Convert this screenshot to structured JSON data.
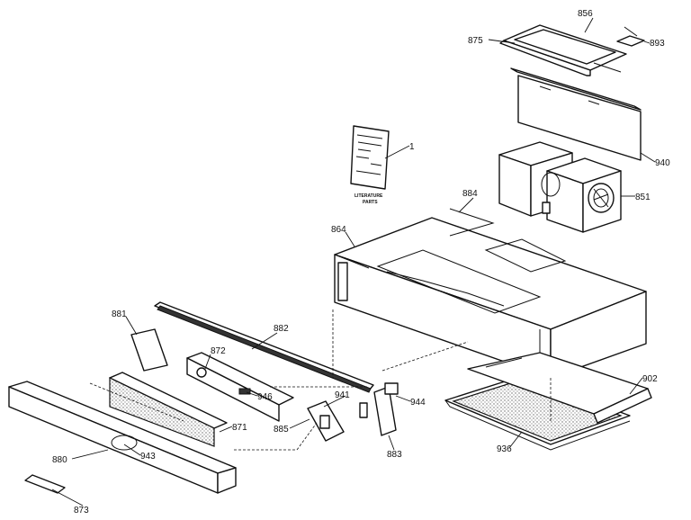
{
  "callouts": [
    {
      "id": "856",
      "text": "856"
    },
    {
      "id": "875",
      "text": "875"
    },
    {
      "id": "893",
      "text": "893"
    },
    {
      "id": "1",
      "text": "1"
    },
    {
      "id": "940",
      "text": "940"
    },
    {
      "id": "884",
      "text": "884"
    },
    {
      "id": "851",
      "text": "851"
    },
    {
      "id": "864",
      "text": "864"
    },
    {
      "id": "881",
      "text": "881"
    },
    {
      "id": "882",
      "text": "882"
    },
    {
      "id": "872",
      "text": "872"
    },
    {
      "id": "946",
      "text": "946"
    },
    {
      "id": "941",
      "text": "941"
    },
    {
      "id": "944",
      "text": "944"
    },
    {
      "id": "902",
      "text": "902"
    },
    {
      "id": "871",
      "text": "871"
    },
    {
      "id": "885",
      "text": "885"
    },
    {
      "id": "880",
      "text": "880"
    },
    {
      "id": "943",
      "text": "943"
    },
    {
      "id": "883",
      "text": "883"
    },
    {
      "id": "936",
      "text": "936"
    },
    {
      "id": "873",
      "text": "873"
    }
  ],
  "literature": {
    "line1": "LITERATURE",
    "line2": "PARTS"
  }
}
